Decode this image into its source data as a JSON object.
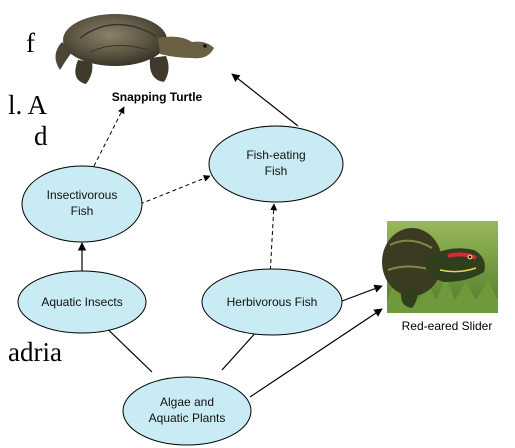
{
  "colors": {
    "node_fill": "#c9ebf3",
    "node_stroke": "#000000",
    "arrow": "#000000",
    "text": "#000000"
  },
  "background_text": {
    "frag_1": "f",
    "frag_2": "l. A",
    "frag_3": "d",
    "frag_4": "adria"
  },
  "nodes": {
    "insectivorous_fish": [
      "Insectivorous",
      "Fish"
    ],
    "fish_eating_fish": [
      "Fish-eating",
      "Fish"
    ],
    "aquatic_insects": [
      "Aquatic Insects"
    ],
    "herbivorous_fish": [
      "Herbivorous Fish"
    ],
    "algae": [
      "Algae and",
      "Aquatic Plants"
    ]
  },
  "images": {
    "snapping_turtle": {
      "caption": "Snapping Turtle",
      "icon": "snapping-turtle-photo"
    },
    "red_eared_slider": {
      "caption": "Red-eared Slider",
      "icon": "red-eared-slider-photo"
    }
  }
}
